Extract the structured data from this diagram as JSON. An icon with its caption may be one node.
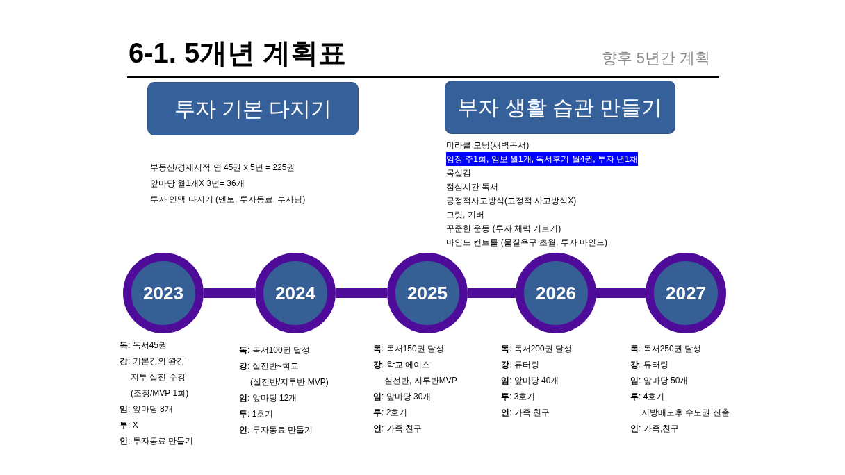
{
  "diagram": {
    "title": "6-1. 5개년 계획표",
    "nodes": [
      {
        "text": [
          "투자 기본 다지기"
        ],
        "beside": [
          "부동산/경제서적 연 45권 x 5년 = 225권",
          "앞마당 월1개X 3년= 36개",
          "투자 인맥 다지기 (멘토, 투자동료, 부사님)"
        ]
      },
      {
        "text": [
          "부자 생활 습관 만들기"
        ],
        "beside": [
          "미라클 모닝(새벽독서)",
          "임장 주1회, 임보 월1개, 독서후기 월4권, 투자 년1채",
          "목실감",
          "점심시간 독서",
          "긍정적사고방식(고정적 사고방식X)",
          "그릿, 기버",
          "꾸준한 운동 (투자 체력 기르기)",
          "마인드 컨트롤 (물질욕구 초월, 투자 마인드)"
        ]
      },
      {
        "text": [
          "2023"
        ],
        "beside": [
          "**독**: 독서45권",
          "**강**: 기본강의 완강",
          "지투 실전 수강",
          "(조장/MVP 1회)",
          "**임**: 앞마당 8개",
          "**투**: X",
          "**인**: 투자동료 만들기"
        ]
      },
      {
        "text": [
          "2024"
        ],
        "beside": [
          "**독**: 독서100권 달성",
          "**강**: 실전반~학교",
          "(실전반/지투반 MVP)",
          "**임**: 앞마당 12개",
          "**투**: 1호기",
          "**인**: 투자동료 만들기"
        ]
      },
      {
        "text": [
          "2025"
        ],
        "beside": [
          "**독**: 독서150권 달성",
          "**강**: 학교 에이스",
          "실전반, 지투반MVP",
          "**임**: 앞마당 30개",
          "**투**: 2호기",
          "**인**: 가족,친구"
        ]
      },
      {
        "text": [
          "2026"
        ],
        "beside": [
          "**독**: 독서200권 달성",
          "**강**: 튜터링",
          "**임**: 앞마당 40개",
          "**투**: 3호기",
          "**인**: 가족,친구"
        ]
      },
      {
        "text": [
          "2027"
        ],
        "beside": [
          "**독**: 독서250권 달성",
          "**강**: 튜터링",
          "**임**: 앞마당 50개",
          "**투**: 4호기",
          "지방매도후 수도권 진출",
          "**인**: 가족,친구"
        ]
      }
    ],
    "edges": [
      {
        "from": 2,
        "to": 3,
        "arrow": "none"
      },
      {
        "from": 3,
        "to": 4,
        "arrow": "none"
      },
      {
        "from": 4,
        "to": 5,
        "arrow": "none"
      },
      {
        "from": 5,
        "to": 6,
        "arrow": "none"
      }
    ],
    "labels": [
      "향후 5년간 계획"
    ]
  }
}
